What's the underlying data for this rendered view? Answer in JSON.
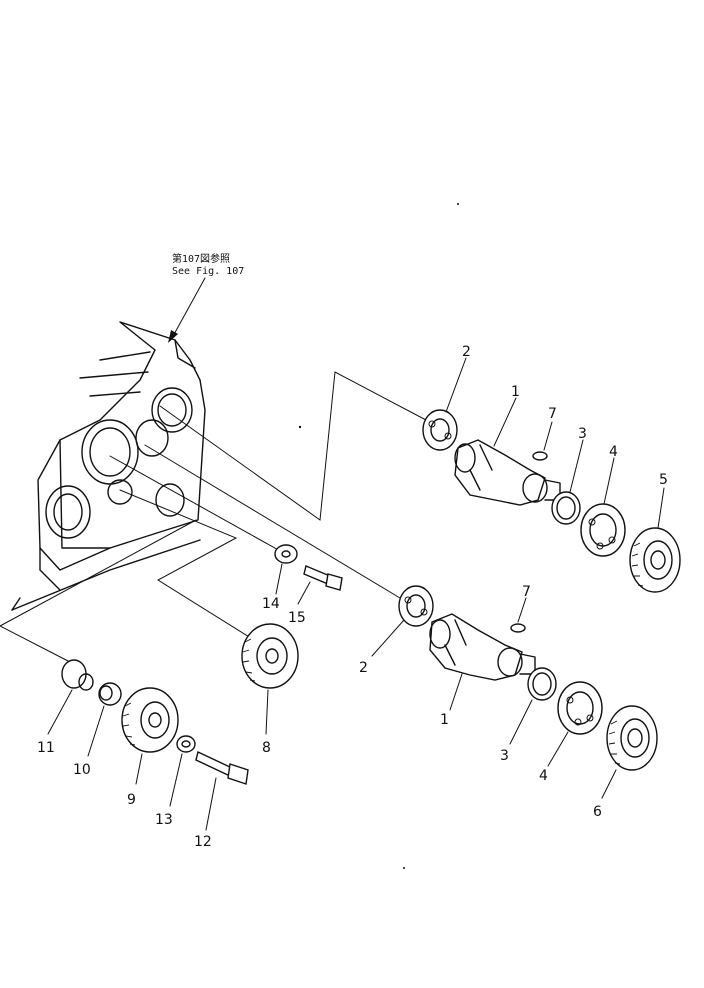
{
  "reference": {
    "line1": "第107図参照",
    "line2": "See Fig. 107"
  },
  "callouts": [
    "1",
    "1",
    "2",
    "2",
    "3",
    "3",
    "4",
    "4",
    "5",
    "6",
    "7",
    "7",
    "8",
    "9",
    "10",
    "11",
    "12",
    "13",
    "14",
    "15"
  ]
}
